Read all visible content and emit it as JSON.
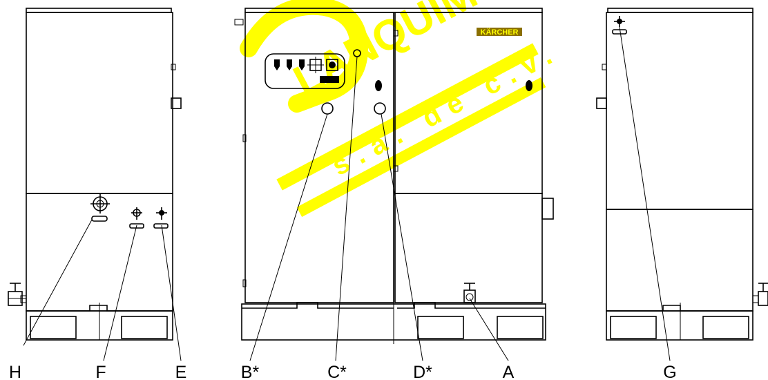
{
  "callouts": {
    "H": "H",
    "F": "F",
    "E": "E",
    "B": "B*",
    "C": "C*",
    "D": "D*",
    "A": "A",
    "G": "G"
  },
  "brand_label": "KÄRCHER",
  "watermark": {
    "line1": "LANQUIM",
    "line2": "s.a. de c.v.",
    "color": "#ffff00"
  },
  "colors": {
    "line": "#000000",
    "panel": "#ffffff",
    "watermark": "#ffff00",
    "brand_panel": "#8a6f00"
  }
}
